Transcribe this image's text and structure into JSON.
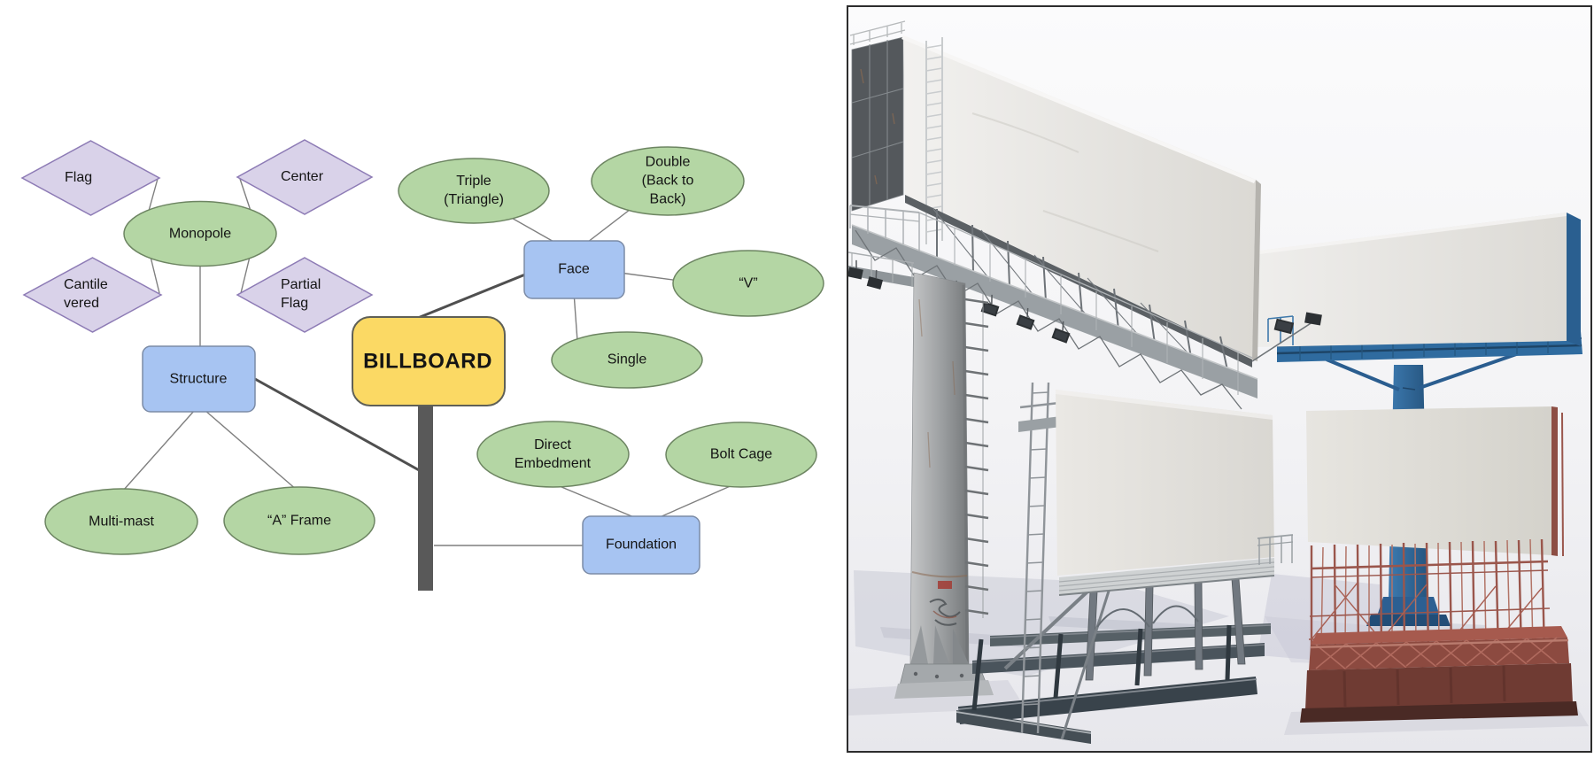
{
  "diagram": {
    "title_node": "BILLBOARD",
    "nodes": {
      "billboard": {
        "label": "BILLBOARD",
        "type": "central"
      },
      "face": {
        "label": "Face",
        "type": "category"
      },
      "structure": {
        "label": "Structure",
        "type": "category"
      },
      "foundation": {
        "label": "Foundation",
        "type": "category"
      },
      "monopole": {
        "label": "Monopole",
        "type": "option"
      },
      "flag": {
        "label": "Flag",
        "type": "attribute"
      },
      "center": {
        "label": "Center",
        "type": "attribute"
      },
      "cantilevered": {
        "label": "Cantile vered",
        "type": "attribute"
      },
      "partial_flag": {
        "label": "Partial Flag",
        "type": "attribute"
      },
      "triple": {
        "label": "Triple (Triangle)",
        "type": "option"
      },
      "double": {
        "label": "Double (Back to Back)",
        "type": "option"
      },
      "v": {
        "label": "“V”",
        "type": "option"
      },
      "single": {
        "label": "Single",
        "type": "option"
      },
      "multi_mast": {
        "label": "Multi-mast",
        "type": "option"
      },
      "a_frame": {
        "label": "“A” Frame",
        "type": "option"
      },
      "direct_embedment": {
        "label": "Direct Embedment",
        "type": "option"
      },
      "bolt_cage": {
        "label": "Bolt Cage",
        "type": "option"
      }
    },
    "edges": [
      [
        "flag",
        "monopole"
      ],
      [
        "center",
        "monopole"
      ],
      [
        "cantilevered",
        "monopole"
      ],
      [
        "partial_flag",
        "monopole"
      ],
      [
        "monopole",
        "structure"
      ],
      [
        "structure",
        "multi_mast"
      ],
      [
        "structure",
        "a_frame"
      ],
      [
        "structure",
        "billboard"
      ],
      [
        "billboard",
        "face"
      ],
      [
        "face",
        "triple"
      ],
      [
        "face",
        "double"
      ],
      [
        "face",
        "v"
      ],
      [
        "face",
        "single"
      ],
      [
        "billboard",
        "foundation"
      ],
      [
        "direct_embedment",
        "foundation"
      ],
      [
        "bolt_cage",
        "foundation"
      ]
    ],
    "colors": {
      "central_fill": "#fbd964",
      "central_border": "#5f6057",
      "category_fill": "#a7c4f2",
      "category_border": "#7b8ba6",
      "option_fill": "#b4d6a4",
      "option_border": "#6d8562",
      "attribute_fill": "#d9d2e9",
      "attribute_border": "#8d7bb5",
      "connector": "#7f7f7f",
      "thick_connector": "#4f4f4f",
      "pole": "#595959"
    }
  },
  "photo": {
    "alt": "3D render of four blank white billboards: tall monopole with ladder and catwalk, blue center-mount monopole billboard, gray multi-mast trestle billboard, and red bolt-cage scaffold billboard",
    "colors": {
      "frame_border": "#2d2d2d",
      "background_top": "#fbfbfc",
      "background_bottom": "#e7e7ec",
      "face_white": "#eceae6",
      "steel_gray": "#9aa0a4",
      "steel_dark": "#4b5157",
      "steel_blue": "#2f6b9f",
      "truss_red": "#9a564c",
      "shadow": "#cdced9"
    }
  }
}
